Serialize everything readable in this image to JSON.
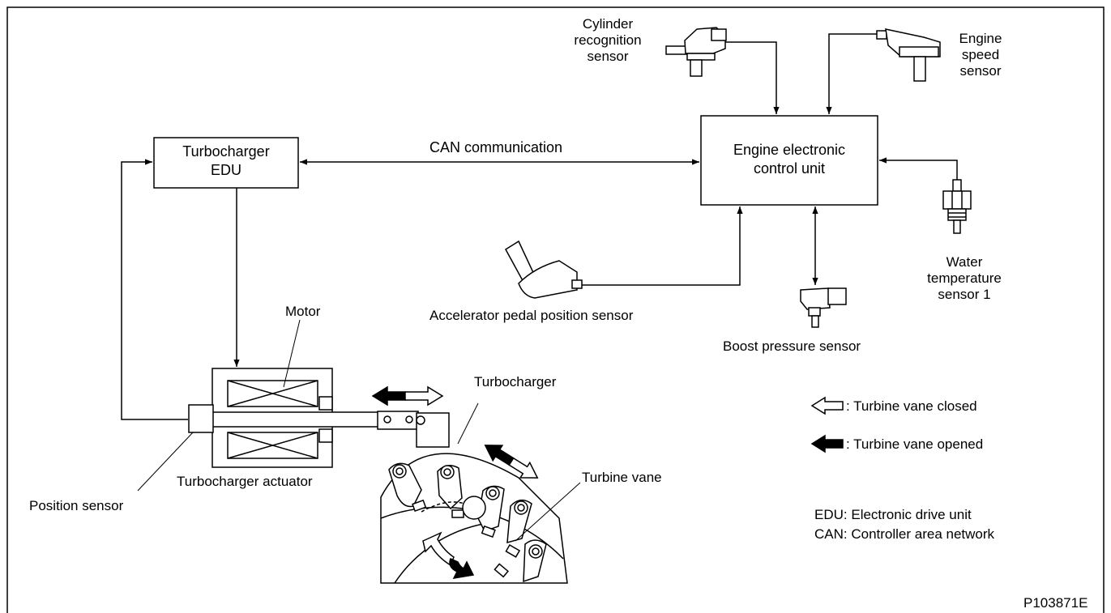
{
  "blocks": {
    "turbo_edu": {
      "line1": "Turbocharger",
      "line2": "EDU"
    },
    "ecu": {
      "line1": "Engine electronic",
      "line2": "control unit"
    }
  },
  "connections": {
    "can": "CAN communication"
  },
  "sensors": {
    "cylinder": {
      "line1": "Cylinder",
      "line2": "recognition",
      "line3": "sensor"
    },
    "engine_speed": {
      "line1": "Engine",
      "line2": "speed",
      "line3": "sensor"
    },
    "water_temp": {
      "line1": "Water",
      "line2": "temperature",
      "line3": "sensor 1"
    },
    "accel": "Accelerator pedal position sensor",
    "boost": "Boost pressure sensor",
    "position": "Position sensor"
  },
  "components": {
    "motor": "Motor",
    "actuator": "Turbocharger actuator",
    "turbocharger": "Turbocharger",
    "turbine_vane": "Turbine vane"
  },
  "legend": {
    "closed": ": Turbine vane closed",
    "opened": ": Turbine vane opened",
    "edu_abbr": "EDU",
    "edu_text": ": Electronic drive unit",
    "can_abbr": "CAN",
    "can_text": ": Controller area network"
  },
  "figure_id": "P103871E"
}
